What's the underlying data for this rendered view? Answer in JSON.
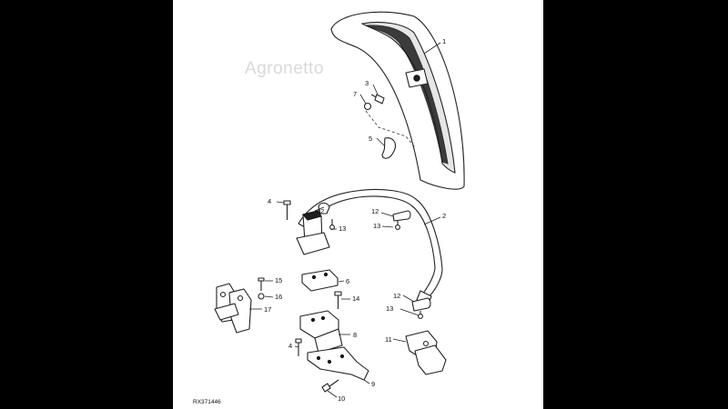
{
  "watermark": "Agronetto",
  "drawing_code": "RX371446",
  "callouts": [
    "1",
    "2",
    "3",
    "4",
    "5",
    "6",
    "7",
    "8",
    "9",
    "10",
    "11",
    "12",
    "13",
    "14",
    "15",
    "16",
    "17"
  ]
}
